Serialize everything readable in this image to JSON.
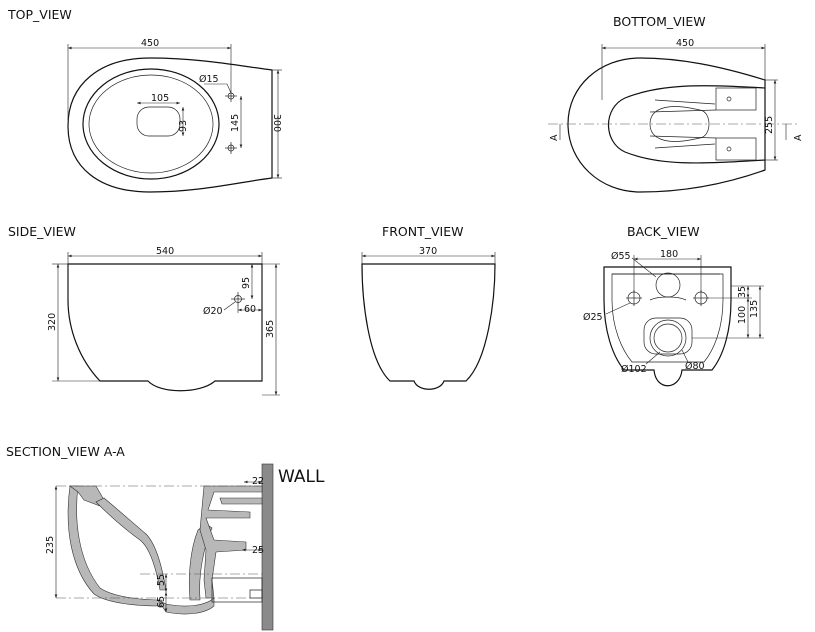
{
  "views": {
    "top": {
      "title": "TOP_VIEW",
      "dims": {
        "width": "450",
        "bolt_dia": "Ø15",
        "opening_width": "105",
        "opening_depth": "93",
        "bolt_spacing": "145",
        "depth": "300"
      }
    },
    "bottom": {
      "title": "BOTTOM_VIEW",
      "dims": {
        "width": "450",
        "height": "255"
      },
      "section_marker": "A"
    },
    "side": {
      "title": "SIDE_VIEW",
      "dims": {
        "length": "540",
        "height_front": "320",
        "height_back": "365",
        "hole_dia": "Ø20",
        "hole_offset_top": "95",
        "hole_offset_back": "60"
      }
    },
    "front": {
      "title": "FRONT_VIEW",
      "dims": {
        "width": "370"
      }
    },
    "back": {
      "title": "BACK_VIEW",
      "dims": {
        "inlet_dia": "Ø55",
        "bolt_spacing": "180",
        "bolt_dia": "Ø25",
        "dim_35": "35",
        "dim_100": "100",
        "dim_135": "135",
        "outlet_outer": "Ø102",
        "outlet_inner": "Ø80"
      }
    },
    "section": {
      "title": "SECTION_VIEW  A-A",
      "wall_label": "WALL",
      "dims": {
        "wall_gap": "22",
        "height": "235",
        "outlet_offset": "25",
        "trap_55": "55",
        "trap_65": "65"
      }
    }
  }
}
